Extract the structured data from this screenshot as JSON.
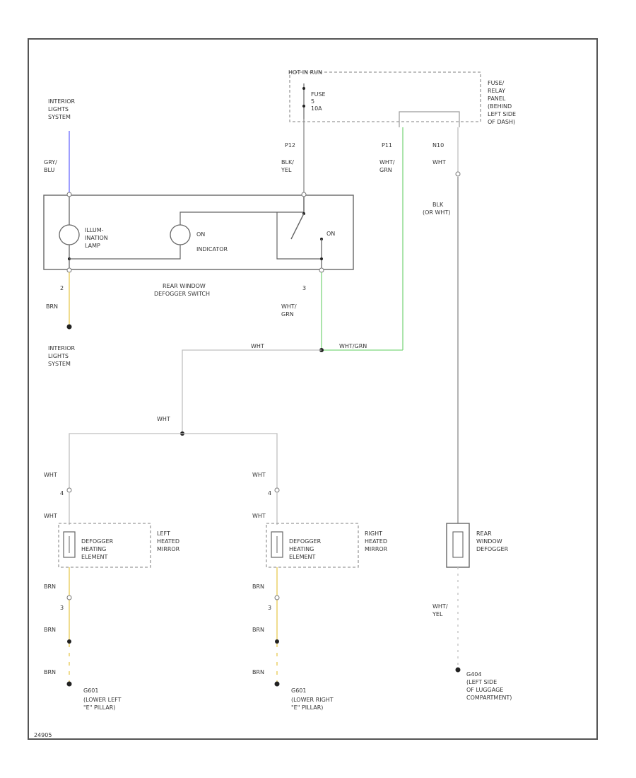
{
  "colors": {
    "frame": "#555555",
    "wire_white": "#bfbfbf",
    "wire_blue": "#6a6aff",
    "wire_green": "#7ed67e",
    "wire_gray": "#8a8a8a",
    "wire_yellow": "#e8c850",
    "wire_brown_dashed": "#b9a15a"
  },
  "labels": {
    "interior_lights_top": [
      "INTERIOR",
      "LIGHTS",
      "SYSTEM"
    ],
    "grn_blu": [
      "GRY/",
      "BLU"
    ],
    "p12": "P12",
    "blk_yel": [
      "BLK/",
      "YEL"
    ],
    "hot_run": "HOT IN RUN",
    "fuse": [
      "FUSE",
      "5",
      "10A"
    ],
    "fuse_panel": [
      "FUSE/",
      "RELAY",
      "PANEL",
      "(BEHIND",
      "LEFT SIDE",
      "OF DASH)"
    ],
    "p11": "P11",
    "wht_grn_top": [
      "WHT/",
      "GRN"
    ],
    "n10": "N10",
    "wht_right": "WHT",
    "blk_gr_wht": [
      "BLK",
      "(OR WHT)"
    ],
    "illum_lamp": [
      "ILLUM-",
      "INATION",
      "LAMP"
    ],
    "on_indicator": [
      "ON",
      "INDICATOR"
    ],
    "on_switch": "ON",
    "pin2": "2",
    "pin3": "3",
    "brn_left": "BRN",
    "rear_window_switch": [
      "REAR WINDOW",
      "DEFOGGER SWITCH"
    ],
    "wht_grn_mid": [
      "WHT/",
      "GRN"
    ],
    "interior_lights_bottom": [
      "INTERIOR",
      "LIGHTS",
      "SYSTEM"
    ],
    "wht_bus": "WHT",
    "wht_grn_bus": "WHT/GRN",
    "wht_branch": "WHT",
    "left_mirror": {
      "wht1": "WHT",
      "wht2": "WHT",
      "element": [
        "DEFOGGER",
        "HEATING",
        "ELEMENT"
      ],
      "name": [
        "LEFT",
        "HEATED",
        "MIRROR"
      ],
      "brn1": "BRN",
      "pin": "3",
      "brn2": "BRN",
      "brn3": "BRN",
      "ground": "G601",
      "ground_loc": [
        "(LOWER LEFT",
        "\"E\" PILLAR)"
      ]
    },
    "right_mirror": {
      "wht1": "WHT",
      "wht2": "WHT",
      "element": [
        "DEFOGGER",
        "HEATING",
        "ELEMENT"
      ],
      "name": [
        "RIGHT",
        "HEATED",
        "MIRROR"
      ],
      "brn1": "BRN",
      "pin": "3",
      "brn2": "BRN",
      "brn3": "BRN",
      "ground": "G601",
      "ground_loc": [
        "(LOWER RIGHT",
        "\"E\" PILLAR)"
      ]
    },
    "rear_defogger": [
      "REAR",
      "WINDOW",
      "DEFOGGER"
    ],
    "wht_yel": [
      "WHT/",
      "YEL"
    ],
    "g404": "G404",
    "g404_loc": [
      "(LEFT SIDE",
      "OF LUGGAGE",
      "COMPARTMENT)"
    ],
    "footer_code": "24905"
  }
}
